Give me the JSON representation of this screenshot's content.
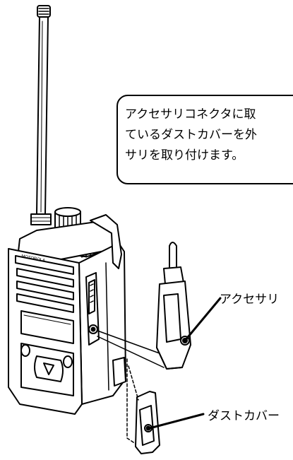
{
  "callout": {
    "line1": "アクセサリコネクタに取",
    "line2": "ているダストカバーを外",
    "line3": "サリを取り付けます。"
  },
  "labels": {
    "accessory": "アクセサリ",
    "dust_cover": "ダストカバー"
  },
  "radio_front": {
    "logo_text": "MOTOROLA"
  }
}
